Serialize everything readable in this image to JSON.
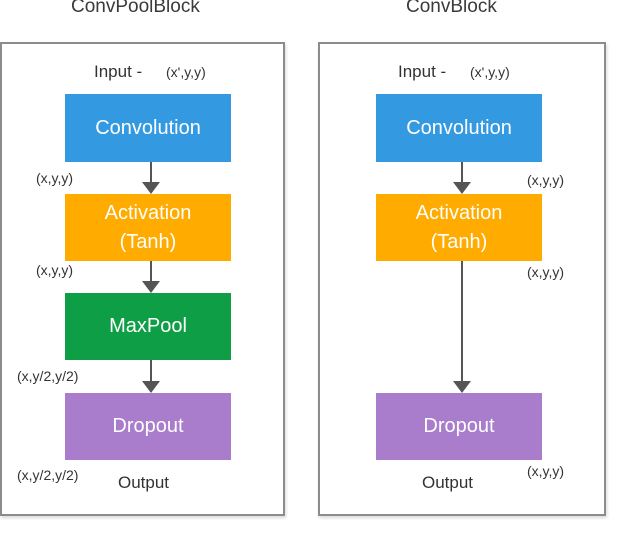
{
  "titles": {
    "left": "ConvPoolBlock",
    "right": "ConvBlock"
  },
  "conv_pool_block": {
    "input_label": "Input -",
    "input_dims": "(x',y,y)",
    "blocks": {
      "convolution": "Convolution",
      "activation_line1": "Activation",
      "activation_line2": "(Tanh)",
      "maxpool": "MaxPool",
      "dropout": "Dropout"
    },
    "dims": {
      "after_convolution": "(x,y,y)",
      "after_activation": "(x,y,y)",
      "after_maxpool": "(x,y/2,y/2)",
      "after_dropout": "(x,y/2,y/2)"
    },
    "output_label": "Output"
  },
  "conv_block": {
    "input_label": "Input -",
    "input_dims": "(x',y,y)",
    "blocks": {
      "convolution": "Convolution",
      "activation_line1": "Activation",
      "activation_line2": "(Tanh)",
      "dropout": "Dropout"
    },
    "dims": {
      "after_convolution": "(x,y,y)",
      "after_activation": "(x,y,y)",
      "after_dropout": "(x,y,y)"
    },
    "output_label": "Output"
  },
  "colors": {
    "convolution": "#3399e0",
    "activation": "#ffab00",
    "maxpool": "#0e9e46",
    "dropout": "#a97dcb",
    "border": "#8c8c8c",
    "arrow": "#555555"
  }
}
